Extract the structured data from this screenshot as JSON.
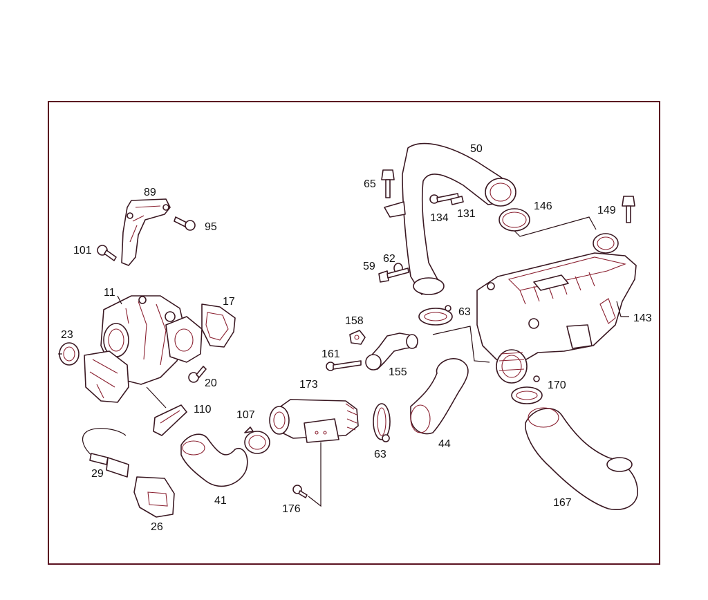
{
  "diagram": {
    "parts": [
      {
        "id": "89",
        "label": "89"
      },
      {
        "id": "95",
        "label": "95"
      },
      {
        "id": "101",
        "label": "101"
      },
      {
        "id": "11",
        "label": "11"
      },
      {
        "id": "17",
        "label": "17"
      },
      {
        "id": "23",
        "label": "23"
      },
      {
        "id": "20",
        "label": "20"
      },
      {
        "id": "110",
        "label": "110"
      },
      {
        "id": "107",
        "label": "107"
      },
      {
        "id": "29",
        "label": "29"
      },
      {
        "id": "26",
        "label": "26"
      },
      {
        "id": "41",
        "label": "41"
      },
      {
        "id": "173",
        "label": "173"
      },
      {
        "id": "176",
        "label": "176"
      },
      {
        "id": "63a",
        "label": "63"
      },
      {
        "id": "44",
        "label": "44"
      },
      {
        "id": "161",
        "label": "161"
      },
      {
        "id": "158",
        "label": "158"
      },
      {
        "id": "155",
        "label": "155"
      },
      {
        "id": "65",
        "label": "65"
      },
      {
        "id": "50",
        "label": "50"
      },
      {
        "id": "134",
        "label": "134"
      },
      {
        "id": "131",
        "label": "131"
      },
      {
        "id": "62",
        "label": "62"
      },
      {
        "id": "59",
        "label": "59"
      },
      {
        "id": "63b",
        "label": "63"
      },
      {
        "id": "146",
        "label": "146"
      },
      {
        "id": "149",
        "label": "149"
      },
      {
        "id": "143",
        "label": "143"
      },
      {
        "id": "170",
        "label": "170"
      },
      {
        "id": "167",
        "label": "167"
      }
    ]
  },
  "colors": {
    "frame": "#5a1020",
    "line": "#3a1822",
    "accent": "#8a2030"
  }
}
